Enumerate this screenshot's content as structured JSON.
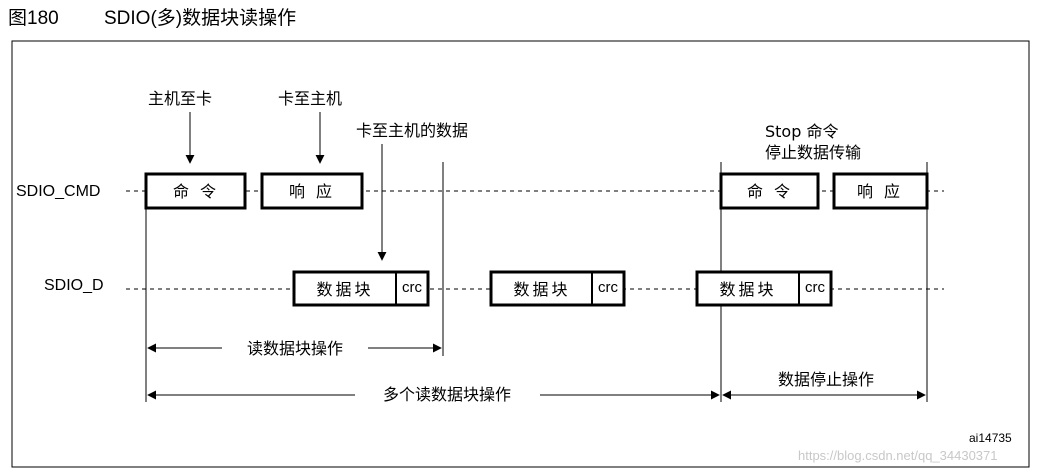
{
  "figure": {
    "number": "图180",
    "title": "SDIO(多)数据块读操作",
    "id_label": "ai14735"
  },
  "signals": {
    "cmd": "SDIO_CMD",
    "data": "SDIO_D"
  },
  "annotations": {
    "host_to_card": "主机至卡",
    "card_to_host": "卡至主机",
    "card_to_host_data": "卡至主机的数据",
    "stop_cmd_line1": "Stop 命令",
    "stop_cmd_line2": "停止数据传输"
  },
  "boxes": {
    "command": "命 令",
    "response": "响 应",
    "data_block": "数据块",
    "crc": "crc"
  },
  "spans": {
    "read_block_op": "读数据块操作",
    "multi_read_op": "多个读数据块操作",
    "data_stop_op": "数据停止操作"
  },
  "watermark": "https://blog.csdn.net/qq_34430371"
}
